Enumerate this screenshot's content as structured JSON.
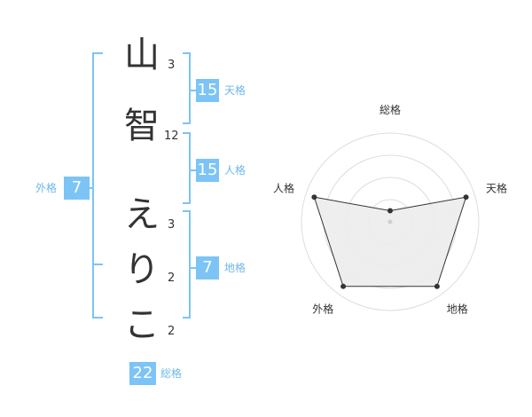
{
  "name": {
    "chars": [
      {
        "char": "山",
        "strokes": "3"
      },
      {
        "char": "智",
        "strokes": "12"
      },
      {
        "char": "え",
        "strokes": "3"
      },
      {
        "char": "り",
        "strokes": "2"
      },
      {
        "char": "こ",
        "strokes": "2"
      }
    ]
  },
  "kaku": {
    "tenkaku": {
      "label": "天格",
      "value": "15"
    },
    "jinkaku": {
      "label": "人格",
      "value": "15"
    },
    "chikaku": {
      "label": "地格",
      "value": "7"
    },
    "gaikaku": {
      "label": "外格",
      "value": "7"
    },
    "soukaku": {
      "label": "総格",
      "value": "22"
    }
  },
  "colors": {
    "accent": "#7cc4f5",
    "bracket": "#7cc4f5",
    "polygon_fill": "#ececec"
  },
  "chart_data": {
    "type": "radar",
    "axes": [
      "総格",
      "天格",
      "地格",
      "外格",
      "人格"
    ],
    "rlim": [
      0,
      4
    ],
    "values": [
      0.5,
      3.6,
      3.6,
      3.6,
      3.6
    ]
  }
}
